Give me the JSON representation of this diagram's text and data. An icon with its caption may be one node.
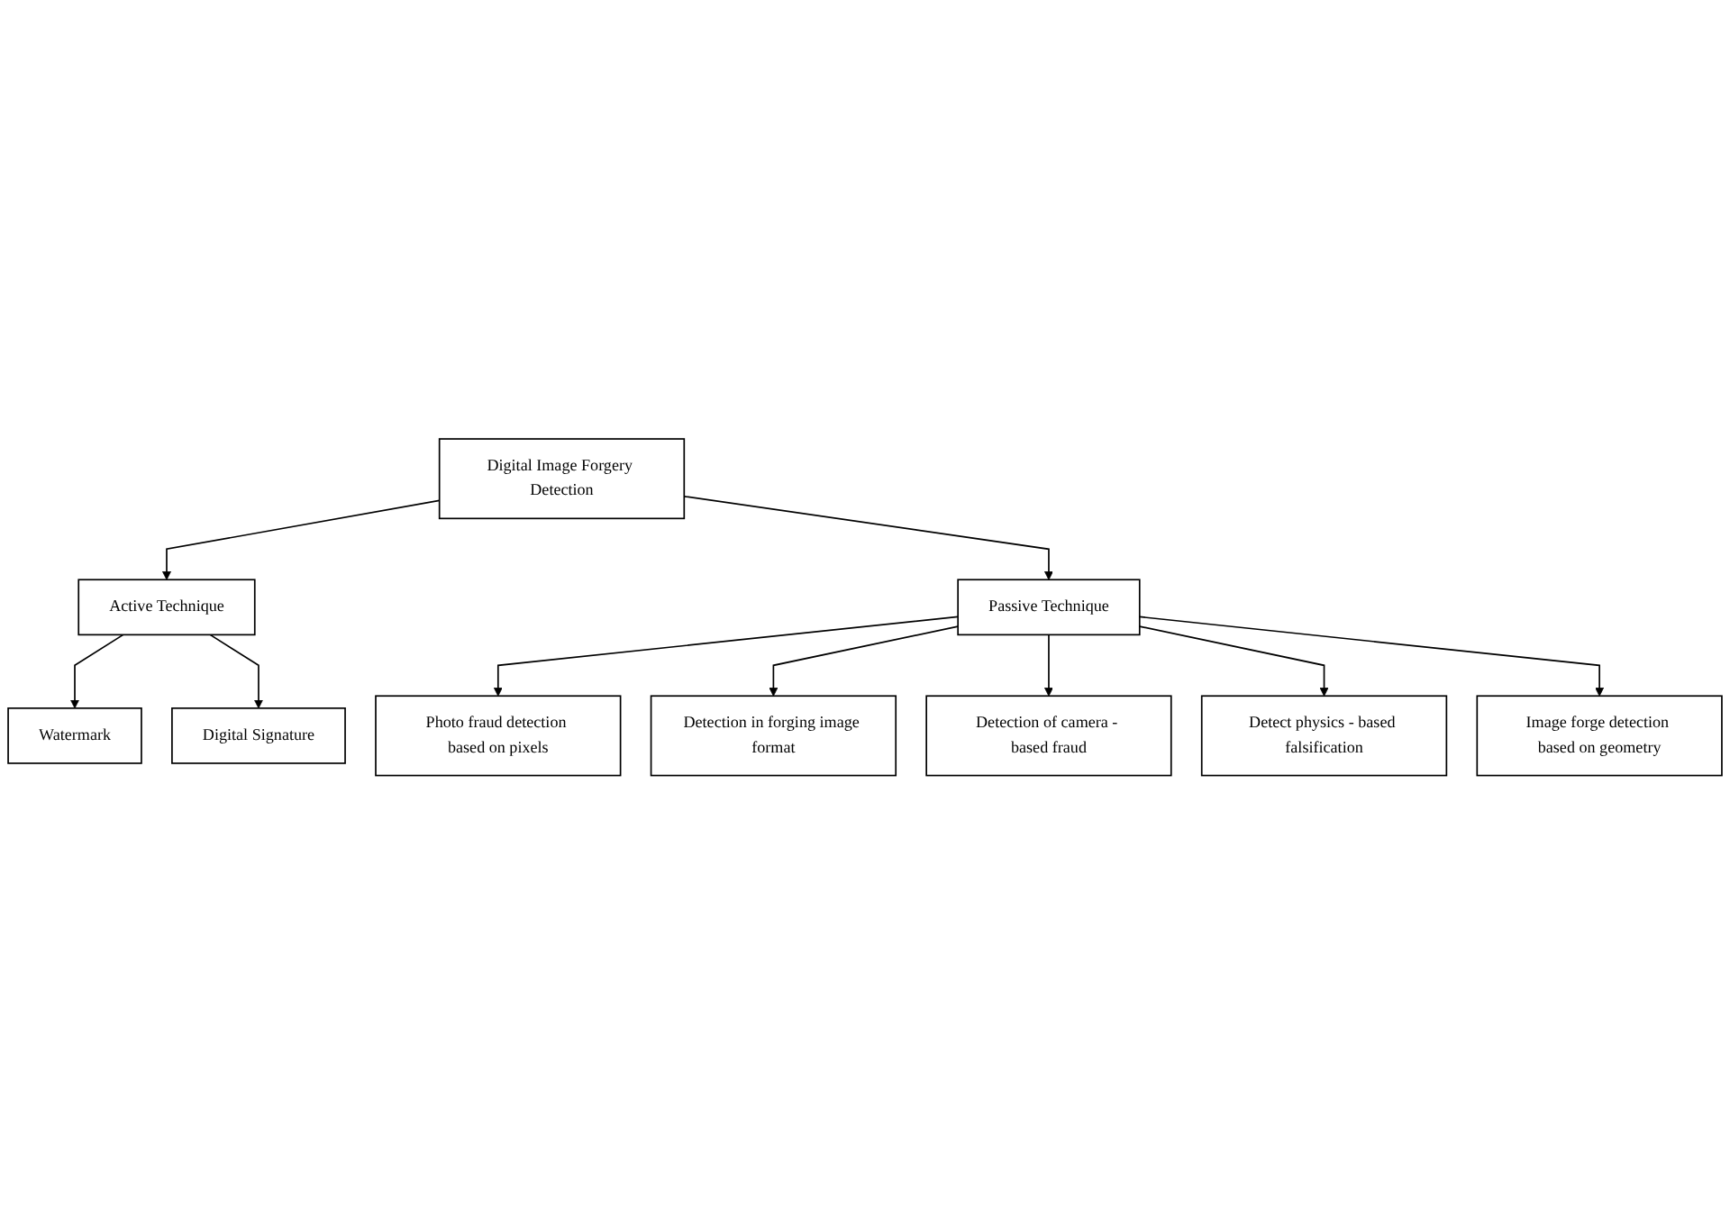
{
  "diagram": {
    "nodes": [
      {
        "text": [
          "Digital Image Forgery Detection"
        ]
      },
      {
        "text": [
          "Active Technique"
        ]
      },
      {
        "text": [
          "Passive Technique"
        ]
      },
      {
        "text": [
          "Watermark"
        ]
      },
      {
        "text": [
          "Photo fraud detection based on pixels"
        ]
      },
      {
        "text": [
          "Detection of camera - based fraud"
        ]
      },
      {
        "text": [
          "Digital Signature"
        ]
      },
      {
        "text": [
          "Detection in forging image format"
        ]
      },
      {
        "text": [
          "Detect physics - based falsification"
        ]
      },
      {
        "text": [
          "Image forge detection based on geometry"
        ]
      }
    ],
    "edges": [
      {
        "from": 0,
        "to": 1,
        "arrow": "to"
      },
      {
        "from": 0,
        "to": 2,
        "arrow": "to"
      },
      {
        "from": 1,
        "to": 3,
        "arrow": "to"
      },
      {
        "from": 1,
        "to": 6,
        "arrow": "to"
      },
      {
        "from": 2,
        "to": 4,
        "arrow": "to"
      },
      {
        "from": 2,
        "to": 7,
        "arrow": "to"
      },
      {
        "from": 2,
        "to": 5,
        "arrow": "to"
      },
      {
        "from": 2,
        "to": 8,
        "arrow": "to"
      },
      {
        "from": 2,
        "to": 9,
        "arrow": "to"
      }
    ]
  }
}
